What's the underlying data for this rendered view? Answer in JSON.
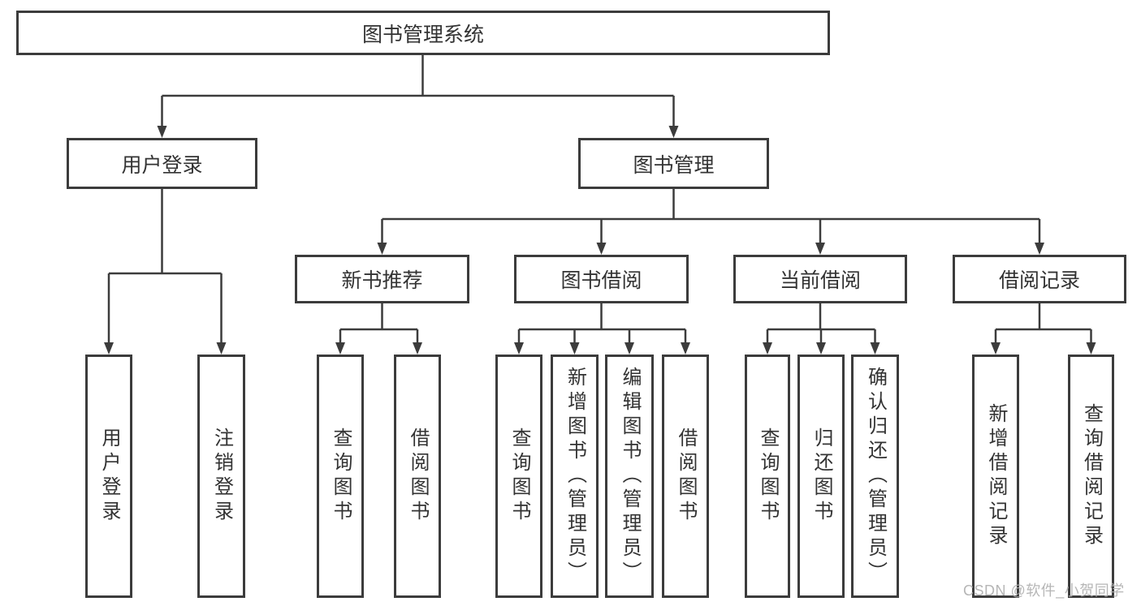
{
  "tree": {
    "label": "图书管理系统",
    "children": [
      {
        "label": "用户登录",
        "children": [
          {
            "label": "用户登录"
          },
          {
            "label": "注销登录"
          }
        ]
      },
      {
        "label": "图书管理",
        "children": [
          {
            "label": "新书推荐",
            "children": [
              {
                "label": "查询图书"
              },
              {
                "label": "借阅图书"
              }
            ]
          },
          {
            "label": "图书借阅",
            "children": [
              {
                "label": "查询图书"
              },
              {
                "label": "新增图书（管理员）"
              },
              {
                "label": "编辑图书（管理员）"
              },
              {
                "label": "借阅图书"
              }
            ]
          },
          {
            "label": "当前借阅",
            "children": [
              {
                "label": "查询图书"
              },
              {
                "label": "归还图书"
              },
              {
                "label": "确认归还（管理员）"
              }
            ]
          },
          {
            "label": "借阅记录",
            "children": [
              {
                "label": "新增借阅记录"
              },
              {
                "label": "查询借阅记录"
              }
            ]
          }
        ]
      }
    ]
  },
  "watermark": "CSDN @软件_小贺同学",
  "colors": {
    "line": "#3c3c3c",
    "text": "#333333",
    "watermark_color": "#b0b0b0",
    "background": "#ffffff"
  }
}
